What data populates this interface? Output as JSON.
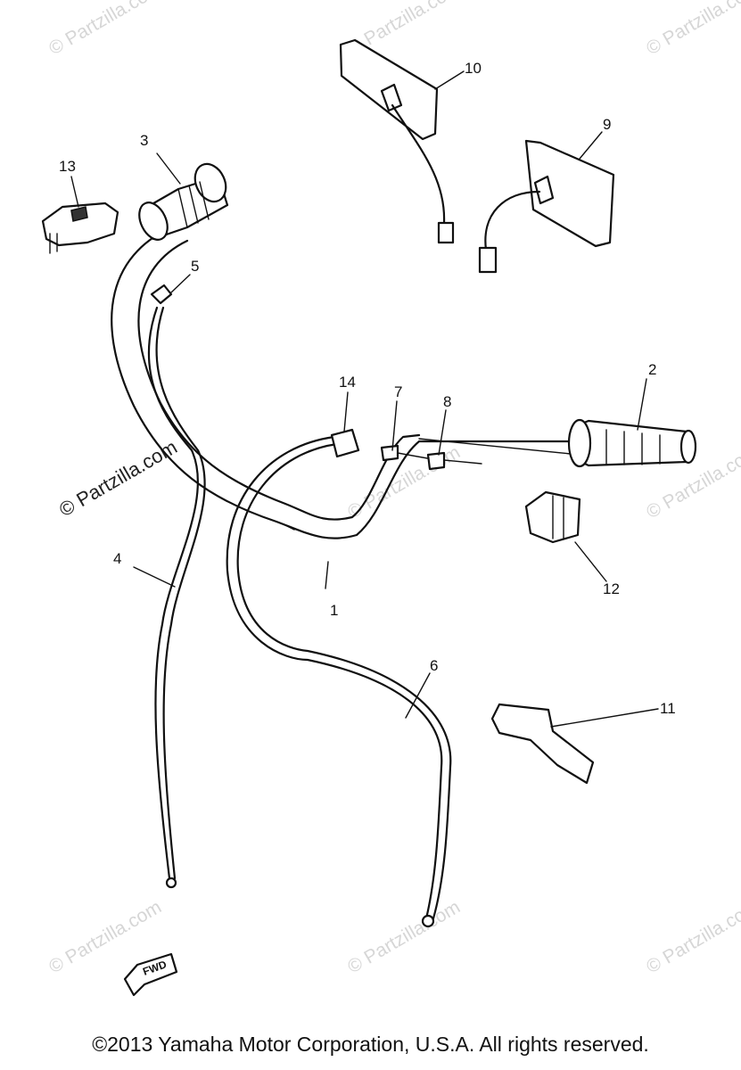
{
  "callouts": {
    "c1": "1",
    "c2": "2",
    "c3": "3",
    "c4": "4",
    "c5": "5",
    "c6": "6",
    "c7": "7",
    "c8": "8",
    "c9": "9",
    "c10": "10",
    "c11": "11",
    "c12": "12",
    "c13": "13",
    "c14": "14"
  },
  "watermark": "© Partzilla.com",
  "fwd_label": "FWD",
  "footer": "©2013  Yamaha Motor Corporation, U.S.A. All rights reserved."
}
